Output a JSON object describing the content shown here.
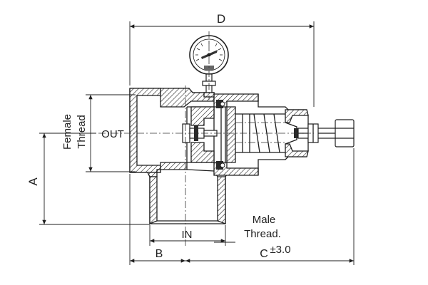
{
  "labels": {
    "dim_d": "D",
    "dim_a": "A",
    "dim_b": "B",
    "dim_c": "C",
    "tolerance": "±3.0",
    "out_port": "OUT",
    "in_port": "IN",
    "female_line1": "Female",
    "female_line2": "Thread",
    "male_line1": "Male",
    "male_line2": "Thread."
  },
  "components": {
    "gauge": "pressure-gauge",
    "valve_body": "valve-body",
    "adjusting_screw": "adjusting-screw"
  }
}
